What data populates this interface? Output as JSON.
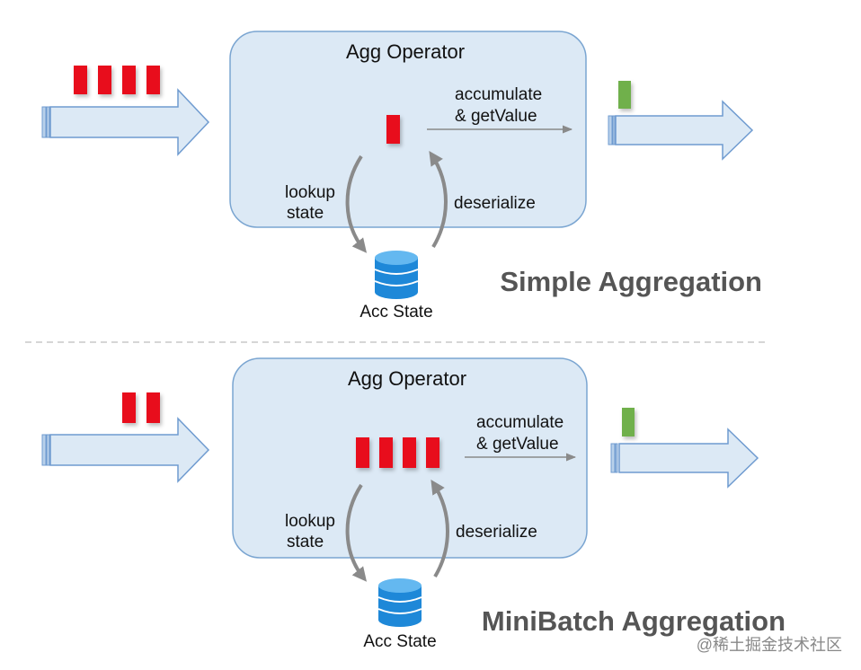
{
  "top": {
    "operator_title": "Agg Operator",
    "accumulate_line1": "accumulate",
    "accumulate_line2": "& getValue",
    "lookup_line1": "lookup",
    "lookup_line2": "state",
    "deserialize": "deserialize",
    "state_label": "Acc State",
    "section_title": "Simple Aggregation",
    "input_records": 4,
    "buffered_records": 1,
    "output_records": 1
  },
  "bottom": {
    "operator_title": "Agg Operator",
    "accumulate_line1": "accumulate",
    "accumulate_line2": "& getValue",
    "lookup_line1": "lookup",
    "lookup_line2": "state",
    "deserialize": "deserialize",
    "state_label": "Acc State",
    "section_title": "MiniBatch Aggregation",
    "input_records": 2,
    "buffered_records": 4,
    "output_records": 1
  },
  "watermark": "@稀土掘金技术社区",
  "colors": {
    "record_input": "#e8101a",
    "record_output": "#6fb04b",
    "operator_fill": "#dce9f5",
    "state_db": "#1e88d8"
  },
  "icons": [
    "database-icon"
  ]
}
